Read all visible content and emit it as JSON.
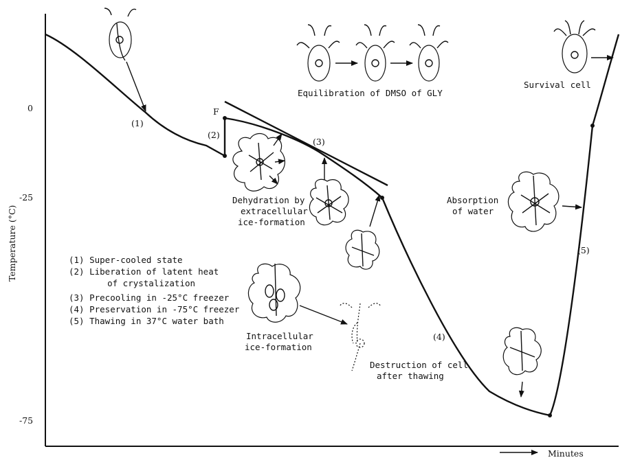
{
  "y_axis": {
    "label": "Temperature (°C)",
    "ticks": [
      "0",
      "-25",
      "-75"
    ]
  },
  "x_axis": {
    "label": "Minutes"
  },
  "point_label": "F",
  "stages": {
    "s1": "(1)",
    "s2": "(2)",
    "s3": "(3)",
    "s4": "(4)",
    "s5": "(5)"
  },
  "annotations": {
    "equilibration": "Equilibration of DMSO of GLY",
    "survival": "Survival cell",
    "dehydration_1": "Dehydration by",
    "dehydration_2": "extracellular",
    "dehydration_3": "ice-formation",
    "absorption_1": "Absorption",
    "absorption_2": "of water",
    "intracellular_1": "Intracellular",
    "intracellular_2": "ice-formation",
    "destruction_1": "Destruction of cell",
    "destruction_2": "after thawing"
  },
  "legend": [
    "(1) Super-cooled state",
    "(2) Liberation of latent heat",
    "    of crystalization",
    "(3) Precooling in -25°C freezer",
    "(4) Preservation in -75°C freezer",
    "(5) Thawing in 37°C water bath"
  ]
}
